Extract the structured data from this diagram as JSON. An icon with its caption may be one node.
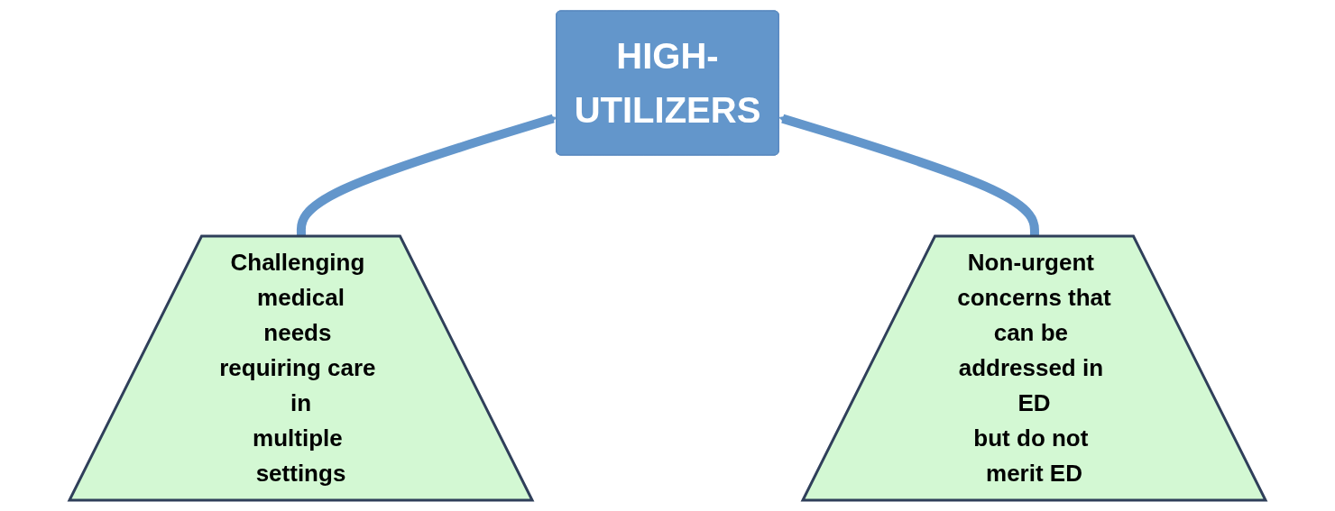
{
  "diagram": {
    "nodes": [
      {
        "text": [
          "HIGH-UTILIZERS"
        ]
      },
      {
        "text": [
          "Challenging medical needs requiring care in multiple settings"
        ]
      },
      {
        "text": [
          "Non-urgent concerns that can be addressed in ED but do not merit ED"
        ]
      }
    ],
    "edges": [
      {
        "from": 1,
        "to": 0,
        "arrow": "to"
      },
      {
        "from": 2,
        "to": 0,
        "arrow": "to"
      }
    ]
  }
}
